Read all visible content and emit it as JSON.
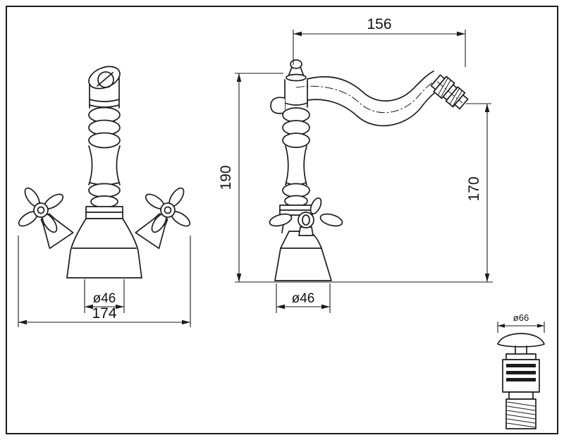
{
  "style": {
    "ink": "#1c1c1c",
    "paper": "#ffffff"
  },
  "dimensions": {
    "spout_reach": "156",
    "total_height": "190",
    "spout_height": "170",
    "side_base_diameter": "ø46",
    "front_base_diameter": "ø46",
    "front_width": "174",
    "drain_cap_diameter": "ø66"
  }
}
